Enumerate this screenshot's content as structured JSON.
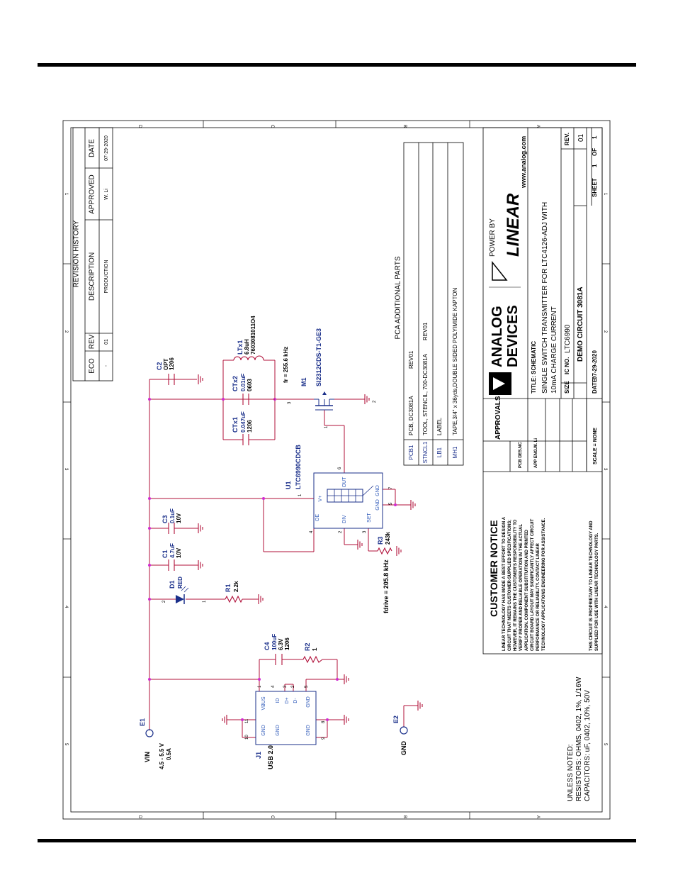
{
  "revision": {
    "title": "REVISION HISTORY",
    "headers": [
      "ECO",
      "REV",
      "DESCRIPTION",
      "APPROVED",
      "DATE"
    ],
    "row": [
      "-",
      "01",
      "PRODUCTION",
      "W. Li",
      "07-29-2020"
    ]
  },
  "parts": {
    "title": "PCA ADDITIONAL PARTS",
    "rows": [
      {
        "ref": "PCB1",
        "desc": "PCB, DC3081A",
        "rev": "REV01"
      },
      {
        "ref": "STNCL1",
        "desc": "TOOL, STENCIL, 700-DC3081A",
        "rev": "REV01"
      },
      {
        "ref": "LB1",
        "desc": "LABEL",
        "rev": ""
      },
      {
        "ref": "MH1",
        "desc": "TAPE,3/4\" x 36yds,DOUBLE SIDED POLYIMIDE KAPTON",
        "rev": ""
      }
    ]
  },
  "components": {
    "c2": {
      "ref": "C2",
      "v1": "OPT",
      "v2": "1206"
    },
    "ltx1": {
      "ref": "LTx1",
      "v1": "6.8uH",
      "v2": "7603081011O4"
    },
    "ctx1": {
      "ref": "CTx1",
      "v1": "0.047uF",
      "v2": "1206"
    },
    "ctx2": {
      "ref": "CTx2",
      "v1": "0.01uF",
      "v2": "0603"
    },
    "fr": "fr = 255.6 kHz",
    "m1": {
      "ref": "M1",
      "part": "SI2312CDS-T1-GE3"
    },
    "u1": {
      "ref": "U1",
      "part": "LTC6990CDCB",
      "pins": {
        "vplus": "V+",
        "out": "OUT",
        "oe": "OE",
        "div": "DIV",
        "set": "SET",
        "gnd": "GND",
        "gnd2": "GND"
      }
    },
    "c3": {
      "ref": "C3",
      "v1": "0.1uF",
      "v2": "10V"
    },
    "c1": {
      "ref": "C1",
      "v1": "4.7uF",
      "v2": "10V"
    },
    "d1": {
      "ref": "D1",
      "v1": "RED"
    },
    "r1": {
      "ref": "R1",
      "v1": "2.2k"
    },
    "r3": {
      "ref": "R3",
      "v1": "243k"
    },
    "fdrive": "fdrive = 205.8 kHz",
    "c4": {
      "ref": "C4",
      "v1": "100uF",
      "v2": "6.3V",
      "v3": "1206"
    },
    "r2": {
      "ref": "R2",
      "v1": "1"
    },
    "j1": {
      "ref": "J1",
      "part": "USB 2.0",
      "pins": {
        "vbus": "VBUS",
        "id": "ID",
        "dp": "D+",
        "dm": "D-",
        "gnd": "GND",
        "gnd_a": "GND",
        "gnd_b": "GND",
        "gnd_c": "GND"
      }
    },
    "e1": {
      "ref": "E1",
      "net": "VIN",
      "v1": "4.5 - 5.5 V",
      "v2": "0.5A"
    },
    "e2": {
      "ref": "E2",
      "net": "GND"
    }
  },
  "pin_numbers": {
    "u1_1": "1",
    "u1_6": "6",
    "u1_4": "4",
    "u1_2": "2",
    "u1_3": "3",
    "u1_5": "5",
    "u1_7": "7",
    "m1_1": "1",
    "m1_2": "2",
    "m1_3": "3",
    "d1_2": "2",
    "d1_1": "1",
    "j1_1": "1",
    "j1_4": "4",
    "j1_3": "3",
    "j1_2": "2",
    "j1_5": "5",
    "j1_11": "11",
    "j1_10": "10",
    "j1_8": "8",
    "j1_9": "9"
  },
  "notice": {
    "title": "CUSTOMER NOTICE",
    "lines": [
      "LINEAR TECHNOLOGY HAS MADE A BEST EFFORT TO DESIGN A",
      "CIRCUIT THAT MEETS CUSTOMER-SUPPLIED SPECIFICATIONS;",
      "HOWEVER, IT REMAINS THE CUSTOMER'S RESPONSIBILITY TO",
      "VERIFY PROPER AND RELIABLE OPERATION IN THE ACTUAL",
      "APPLICATION. COMPONENT SUBSTITUTION AND PRINTED",
      "CIRCUIT BOARD LAYOUT MAY SIGNIFICANTLY AFFECT CIRCUIT",
      "PERFORMANCE OR RELIABILITY. CONTACT LINEAR",
      "TECHNOLOGY APPLICATIONS ENGINEERING FOR ASSISTANCE."
    ],
    "footer": [
      "THIS CIRCUIT IS PROPRIETARY TO LINEAR TECHNOLOGY AND",
      "SUPPLIED FOR USE WITH LINEAR TECHNOLOGY PARTS."
    ]
  },
  "approvals": {
    "title": "APPROVALS",
    "pcb_des_label": "PCB DES.",
    "pcb_des": "NC",
    "app_eng_label": "APP ENG.",
    "app_eng": "W. Li",
    "scale": "SCALE = NONE"
  },
  "title_block": {
    "logo_line1": "ANALOG",
    "logo_line2": "DEVICES",
    "power_by": "POWER BY",
    "linear": "LINEAR",
    "url": "www.analog.com",
    "title_label": "TITLE: SCHEMATIC",
    "title1": "SINGLE SWITCH TRANSMITTER FOR LTC4126-ADJ WITH",
    "title2": "10mA CHARGE CURRENT",
    "size_label": "SIZE",
    "ic_label": "IC NO.",
    "ic_no": "LTC6990",
    "demo": "DEMO CIRCUIT 3081A",
    "rev_label": "REV.",
    "rev": "01",
    "date_label": "DATE:",
    "date": "07-29-2020",
    "sheet": "SHEET",
    "sheet_no": "1",
    "of": "OF",
    "sheet_total": "1"
  },
  "notes": {
    "line1": "UNLESS NOTED:",
    "line2": "RESISTORS: OHMS, 0402, 1%, 1/16W",
    "line3": "CAPACITORS: uF, 0402, 10%, 50V"
  },
  "zones": {
    "letters": [
      "D",
      "C",
      "B",
      "A"
    ],
    "numbers": [
      "1",
      "2",
      "3",
      "4",
      "5"
    ]
  }
}
